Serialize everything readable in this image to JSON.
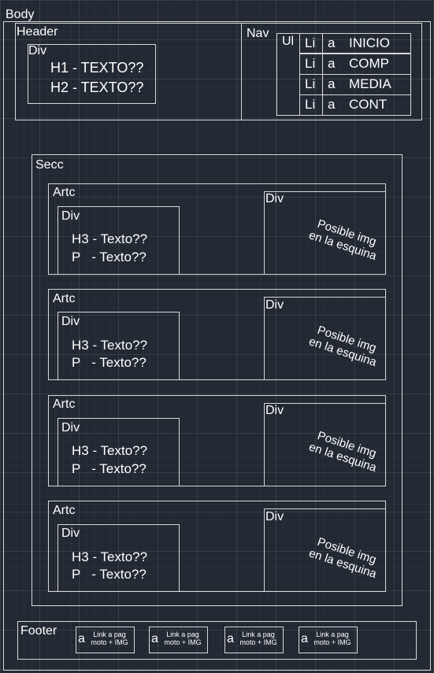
{
  "body_label": "Body",
  "header": {
    "label": "Header",
    "div_label": "Div",
    "h1": "H1 - TEXTO??",
    "h2": "H2 - TEXTO??"
  },
  "nav": {
    "label": "Nav",
    "ul_label": "Ul",
    "items": [
      {
        "li": "Li",
        "a": "a",
        "text": "INICIO"
      },
      {
        "li": "Li",
        "a": "a",
        "text": "COMP"
      },
      {
        "li": "Li",
        "a": "a",
        "text": "MEDIA"
      },
      {
        "li": "Li",
        "a": "a",
        "text": "CONT"
      }
    ]
  },
  "section": {
    "label": "Secc",
    "articles": [
      {
        "label": "Artc",
        "div_label": "Div",
        "h3": "H3 - Texto??",
        "p": "P   - Texto??",
        "img_div_label": "Div",
        "img_line1": "Posible img",
        "img_line2": "en la esquina"
      },
      {
        "label": "Artc",
        "div_label": "Div",
        "h3": "H3 - Texto??",
        "p": "P   - Texto??",
        "img_div_label": "Div",
        "img_line1": "Posible img",
        "img_line2": "en la esquina"
      },
      {
        "label": "Artc",
        "div_label": "Div",
        "h3": "H3 - Texto??",
        "p": "P   - Texto??",
        "img_div_label": "Div",
        "img_line1": "Posible img",
        "img_line2": "en la esquina"
      },
      {
        "label": "Artc",
        "div_label": "Div",
        "h3": "H3 - Texto??",
        "p": "P   - Texto??",
        "img_div_label": "Div",
        "img_line1": "Posible img",
        "img_line2": "en la esquina"
      }
    ]
  },
  "footer": {
    "label": "Footer",
    "links": [
      {
        "a": "a",
        "line1": "Link a pag",
        "line2": "moto + IMG"
      },
      {
        "a": "a",
        "line1": "Link a pag",
        "line2": "moto + IMG"
      },
      {
        "a": "a",
        "line1": "Link a pag",
        "line2": "moto + IMG"
      },
      {
        "a": "a",
        "line1": "Link a pag",
        "line2": "moto + IMG"
      }
    ]
  }
}
